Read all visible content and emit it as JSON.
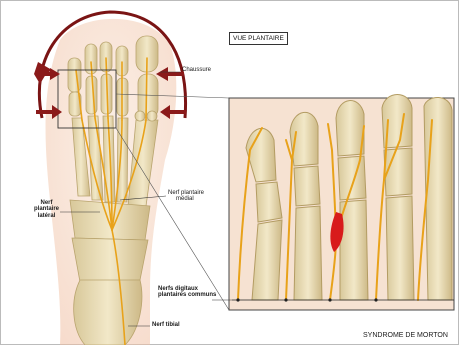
{
  "view_label": "VUE PLANTAIRE",
  "labels": {
    "chaussure": "Chaussure",
    "nerf_plantaire_medial": [
      "Nerf plantaire",
      "médial"
    ],
    "nerf_plantaire_lateral": [
      "Nerf",
      "plantaire",
      "latéral"
    ],
    "nerfs_digitaux": [
      "Nerfs digitaux",
      "plantaires communs"
    ],
    "nerf_tibial": "Nerf tibial"
  },
  "caption": "SYNDROME DE MORTON",
  "colors": {
    "bone": "#e9dcb6",
    "bone_shade": "#c9b584",
    "nerf": "#e8a21a",
    "neuroma": "#d81b1b",
    "shoe_outline": "#7a1414",
    "arrow": "#8b1a1a",
    "skin": "#f3c9b0"
  }
}
